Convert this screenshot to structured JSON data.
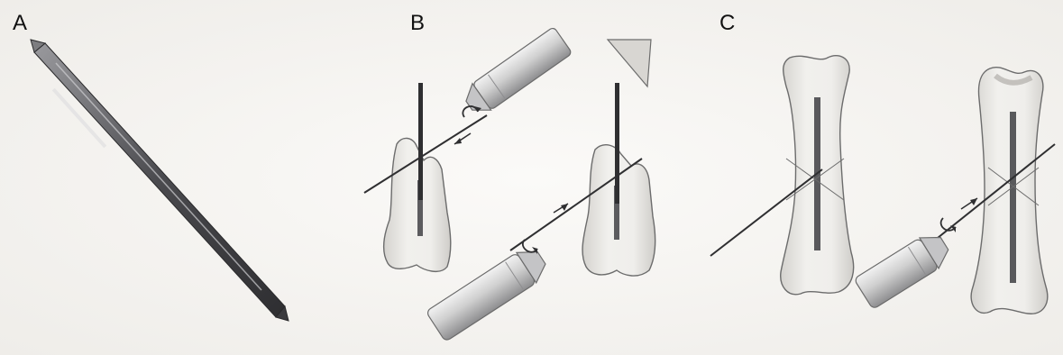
{
  "figure": {
    "panels": [
      {
        "label": "A",
        "content": "k-wire-fixation-pin"
      },
      {
        "label": "B",
        "content": "drill-wire-placement-in-tube"
      },
      {
        "label": "C",
        "content": "cross-wire-through-bone-with-drill"
      }
    ],
    "colors": {
      "background": "#f7f6f4",
      "paper_shadow": "#e8e6e2",
      "metal_dark": "#3a3a3c",
      "metal_mid": "#6e6e72",
      "metal_light": "#b9b9bd",
      "bone_fill": "#ecebe8",
      "bone_shade": "#c8c6c2",
      "outline": "#4a4a4a"
    }
  }
}
